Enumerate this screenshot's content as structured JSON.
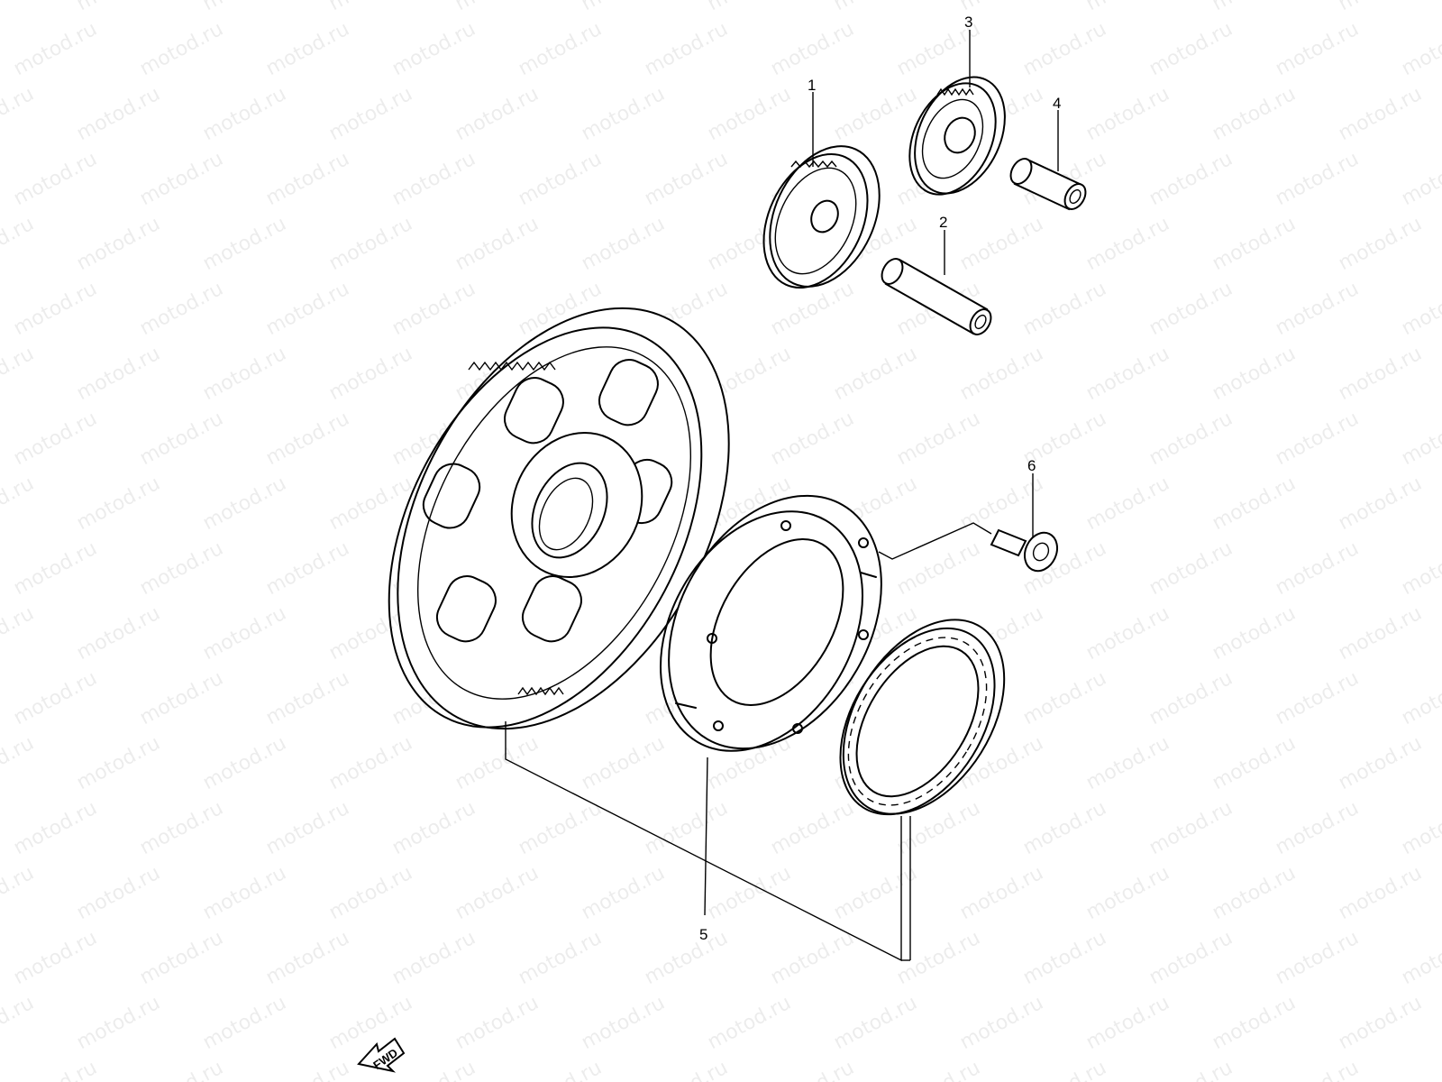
{
  "watermark": "motod.ru",
  "callouts": [
    "1",
    "2",
    "3",
    "4",
    "5",
    "6"
  ],
  "direction_label": "FWD"
}
